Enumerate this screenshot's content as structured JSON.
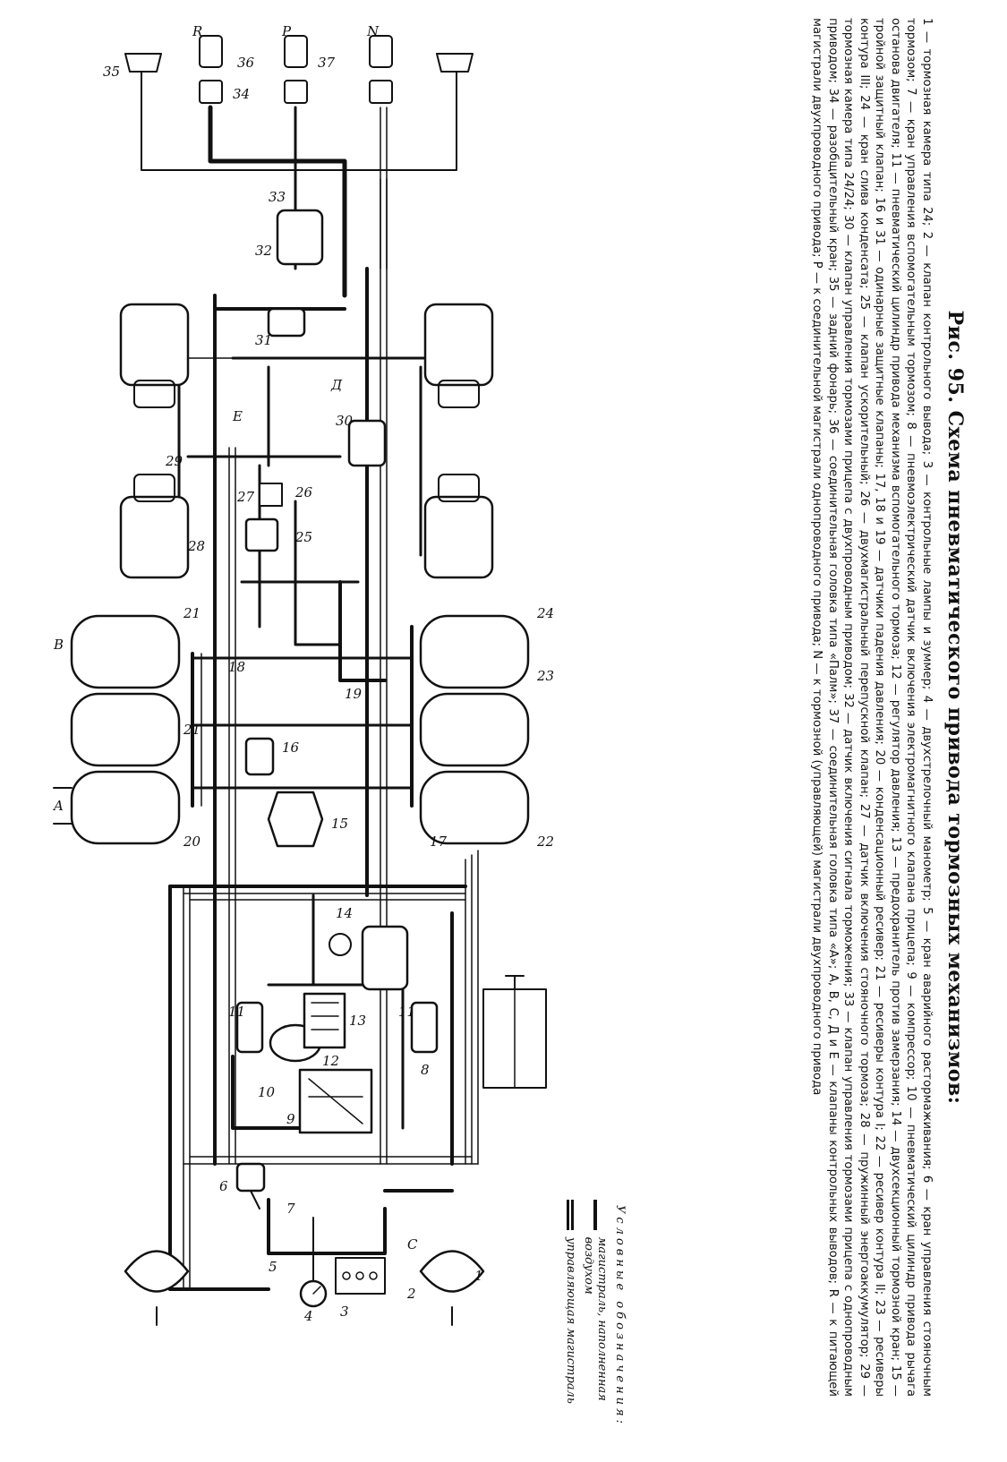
{
  "figure": {
    "title": "Рис. 95. Схема пневматического привода тормозных механизмов:",
    "description": "1 — тормозная камера типа 24; 2 — клапан контрольного вывода; 3 — контрольные лампы и зуммер; 4 — двухстрелочный манометр; 5 — кран аварийного растормаживания; 6 — кран управления стояночным тормозом; 7 — кран управления вспомогательным тормозом; 8 — пневмоэлектрический датчик включения электромагнитного клапана прицепа; 9 — компрессор; 10 — пневматический цилиндр привода рычага останова двигателя; 11 — пневматический цилиндр привода механизма вспомогательного тормоза; 12 — регулятор давления; 13 — предохранитель против замерзания; 14 — двухсекционный тормозной кран; 15 — тройной защитный клапан; 16 и 31 — одинарные защитные клапаны; 17, 18 и 19 — датчики падения давления; 20 — конденсационный ресивер; 21 — ресиверы контура I; 22 — ресивер контура II; 23 — ресиверы контура III; 24 — кран слива конденсата; 25 — клапан ускорительный; 26 — двухмагистральный перепускной клапан; 27 — датчик включения стояночного тормоза; 28 — пружинный энергоаккумулятор; 29 — тормозная камера типа 24/24; 30 — клапан управления тормозами прицепа с двухпроводным приводом; 32 — датчик включения сигнала торможения; 33 — клапан управления тормозами прицепа с однопроводным приводом; 34 — разобщительный кран; 35 — задний фонарь; 36 — соединительная головка типа «Палм»; 37 — соединительная головка типа «А»; A, B, C, Д и E — клапаны контрольных выводов; R — к питающей магистрали двухпроводного привода; P — к соединительной магистрали однопроводного привода; N — к тормозной (управляющей) магистрали двухпроводного привода"
  },
  "legend": {
    "heading": "Условные обозначения:",
    "items": [
      {
        "label": "магистраль, наполненная воздухом",
        "style": "single-thick"
      },
      {
        "label": "управляющая магистраль",
        "style": "double"
      }
    ]
  },
  "callouts": {
    "n1": "1",
    "n2": "2",
    "n3": "3",
    "n4": "4",
    "n5": "5",
    "n6": "6",
    "n7": "7",
    "n8": "8",
    "n9": "9",
    "n10": "10",
    "n11a": "11",
    "n11b": "11",
    "n12": "12",
    "n13": "13",
    "n14": "14",
    "n15": "15",
    "n16": "16",
    "n17": "17",
    "n18": "18",
    "n19": "19",
    "n20": "20",
    "n21a": "21",
    "n21b": "21",
    "n22": "22",
    "n23": "23",
    "n24": "24",
    "n25": "25",
    "n26": "26",
    "n27": "27",
    "n28": "28",
    "n29": "29",
    "n30": "30",
    "n31": "31",
    "n32": "32",
    "n33": "33",
    "n34": "34",
    "n35": "35",
    "n36": "36",
    "n37": "37",
    "lA": "A",
    "lB": "B",
    "lC": "C",
    "lD": "Д",
    "lE": "E",
    "lR": "R",
    "lP": "P",
    "lN": "N"
  },
  "colors": {
    "ink": "#111111",
    "paper": "#ffffff"
  }
}
